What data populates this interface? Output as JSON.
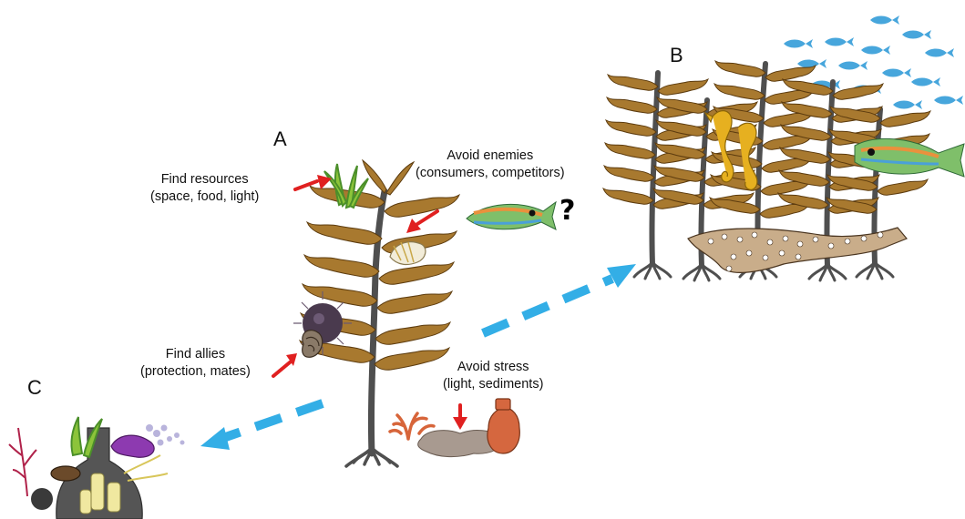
{
  "panels": {
    "a": "A",
    "b": "B",
    "c": "C"
  },
  "labels": {
    "find_resources": {
      "line1": "Find resources",
      "line2": "(space, food, light)"
    },
    "avoid_enemies": {
      "line1": "Avoid enemies",
      "line2": "(consumers, competitors)"
    },
    "find_allies": {
      "line1": "Find allies",
      "line2": "(protection, mates)"
    },
    "avoid_stress": {
      "line1": "Avoid stress",
      "line2": "(light, sediments)"
    },
    "question_mark": "?"
  },
  "colors": {
    "kelp_blade": "#a8792f",
    "kelp_stipe": "#4f4f4f",
    "arrow_red": "#e02020",
    "arrow_blue": "#33aee6",
    "fish_school": "#47a6dc"
  }
}
